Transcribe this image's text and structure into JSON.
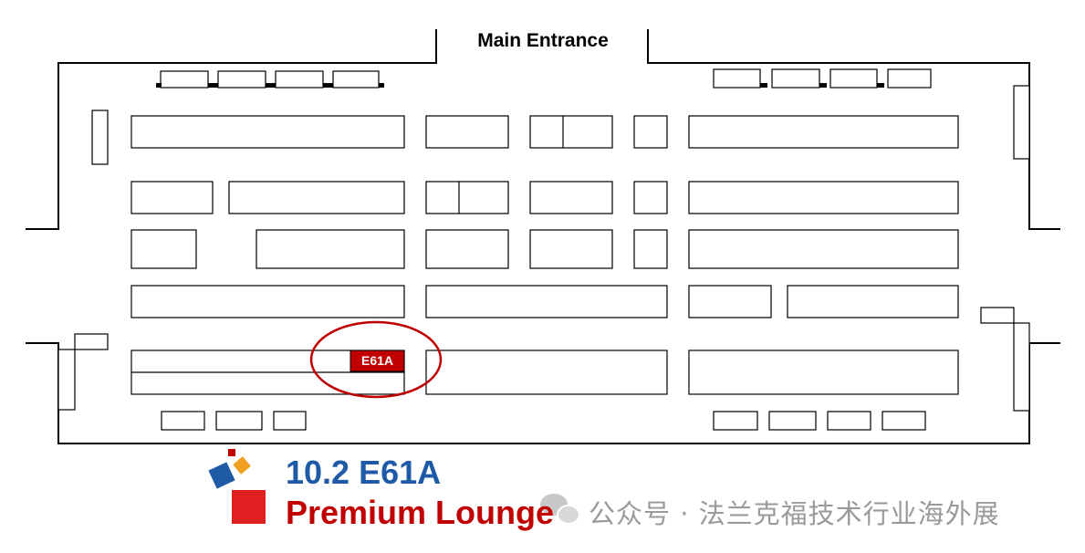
{
  "map": {
    "entrance_label": "Main Entrance",
    "highlighted_booth": "E61A",
    "colors": {
      "outline": "#000000",
      "booth_highlight": "#c00000",
      "circle": "#c00000"
    }
  },
  "logo": {
    "name": "exhibition-logo",
    "colors": [
      "#e02020",
      "#1f5aa6",
      "#f0a020",
      "#c00000"
    ]
  },
  "caption": {
    "code": "10.2 E61A",
    "name": "Premium Lounge",
    "code_color": "#1f5aa6",
    "name_color": "#c00000"
  },
  "watermark": {
    "icon": "wechat-icon",
    "text": "公众号 · 法兰克福技术行业海外展"
  }
}
